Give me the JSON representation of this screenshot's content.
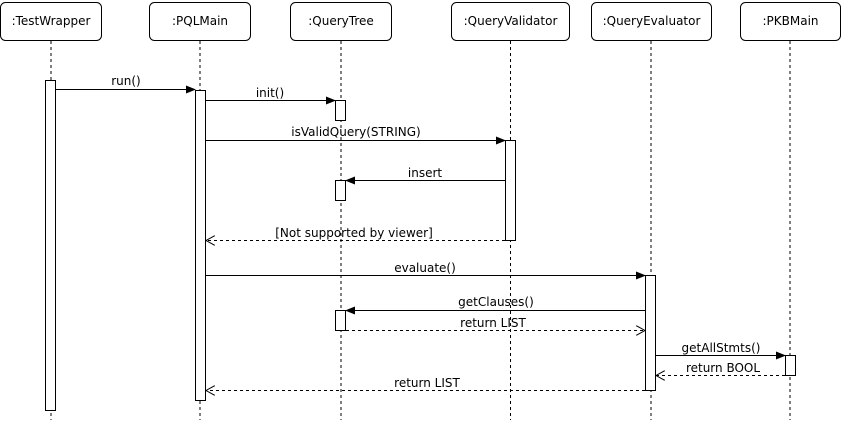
{
  "participants": [
    {
      "id": "tw",
      "label": ":TestWrapper"
    },
    {
      "id": "pql",
      "label": ":PQLMain"
    },
    {
      "id": "qt",
      "label": ":QueryTree"
    },
    {
      "id": "qv",
      "label": ":QueryValidator"
    },
    {
      "id": "qe",
      "label": ":QueryEvaluator"
    },
    {
      "id": "pkb",
      "label": ":PKBMain"
    }
  ],
  "messages": [
    {
      "id": "m1",
      "label": "run()",
      "from": "tw",
      "to": "pql",
      "kind": "call"
    },
    {
      "id": "m2",
      "label": "init()",
      "from": "pql",
      "to": "qt",
      "kind": "call"
    },
    {
      "id": "m3",
      "label": "isValidQuery(STRING)",
      "from": "pql",
      "to": "qv",
      "kind": "call"
    },
    {
      "id": "m4",
      "label": "insert",
      "from": "qv",
      "to": "qt",
      "kind": "call"
    },
    {
      "id": "m5",
      "label": "[Not supported by viewer]",
      "from": "qv",
      "to": "pql",
      "kind": "return"
    },
    {
      "id": "m6",
      "label": "evaluate()",
      "from": "pql",
      "to": "qe",
      "kind": "call"
    },
    {
      "id": "m7",
      "label": "getClauses()",
      "from": "qe",
      "to": "qt",
      "kind": "call"
    },
    {
      "id": "m8",
      "label": "return LIST",
      "from": "qt",
      "to": "qe",
      "kind": "return"
    },
    {
      "id": "m9",
      "label": "getAllStmts()",
      "from": "qe",
      "to": "pkb",
      "kind": "call"
    },
    {
      "id": "m10",
      "label": "return BOOL",
      "from": "pkb",
      "to": "qe",
      "kind": "return"
    },
    {
      "id": "m11",
      "label": "return LIST",
      "from": "qe",
      "to": "pql",
      "kind": "return"
    }
  ],
  "colors": {
    "line": "#000000",
    "background": "#ffffff"
  }
}
